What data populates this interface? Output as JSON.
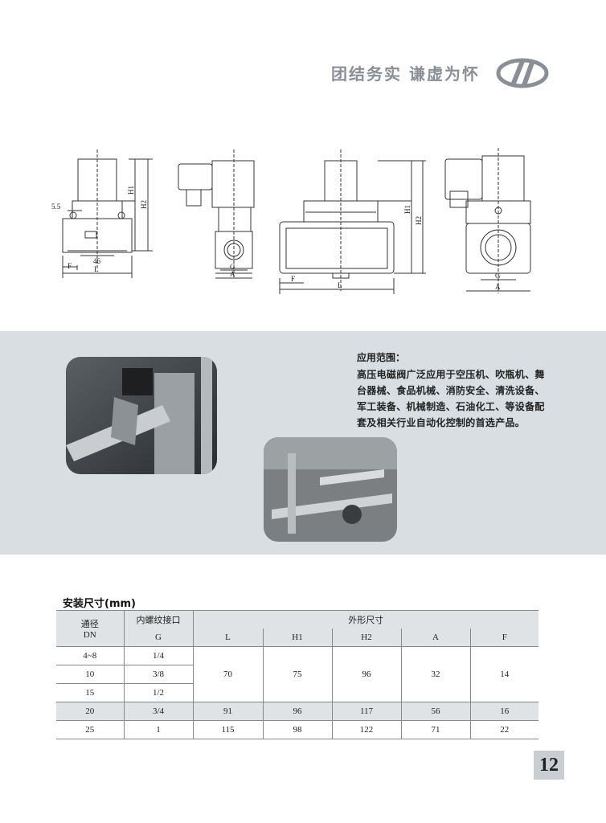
{
  "header": {
    "slogan": "团结务实  谦虚为怀"
  },
  "drawings": {
    "labels": {
      "h1": "H1",
      "h2": "H2",
      "dim_55": "5.5",
      "dim_46": "46",
      "f": "F",
      "l": "L",
      "g": "G",
      "a": "A"
    }
  },
  "application": {
    "title": "应用范围：",
    "lines": [
      "高压电磁阀广泛应用于空压机、吹瓶机、舞",
      "台器械、食品机械、消防安全、清洗设备、",
      "军工装备、机械制造、石油化工、等设备配",
      "套及相关行业自动化控制的首选产品。"
    ]
  },
  "dimensions": {
    "title": "安装尺寸(mm)",
    "header": {
      "dn_label": "通径",
      "dn_sub": "DN",
      "thread_label": "内螺纹接口",
      "thread_sub": "G",
      "outer_label": "外形尺寸",
      "cols": [
        "L",
        "H1",
        "H2",
        "A",
        "F"
      ]
    },
    "rows": [
      {
        "dn": "4~8",
        "g": "1/4"
      },
      {
        "dn": "10",
        "g": "3/8"
      },
      {
        "dn": "15",
        "g": "1/2"
      },
      {
        "dn": "20",
        "g": "3/4",
        "L": "91",
        "H1": "96",
        "H2": "117",
        "A": "56",
        "F": "16"
      },
      {
        "dn": "25",
        "g": "1",
        "L": "115",
        "H1": "98",
        "H2": "122",
        "A": "71",
        "F": "22"
      }
    ],
    "merged": {
      "L": "70",
      "H1": "75",
      "H2": "96",
      "A": "32",
      "F": "14"
    }
  },
  "page": {
    "number": "12"
  }
}
